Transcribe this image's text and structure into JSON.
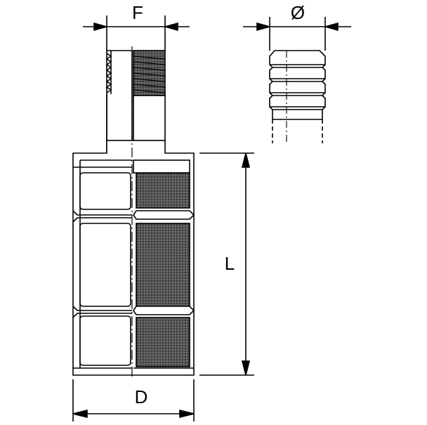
{
  "dimensions": {
    "F": "F",
    "diameter": "Ø",
    "L": "L",
    "D": "D"
  },
  "colors": {
    "line": "#000000",
    "body_fill": "#ffffff",
    "mesh_fill": "#444444",
    "mesh_line": "#888888"
  }
}
